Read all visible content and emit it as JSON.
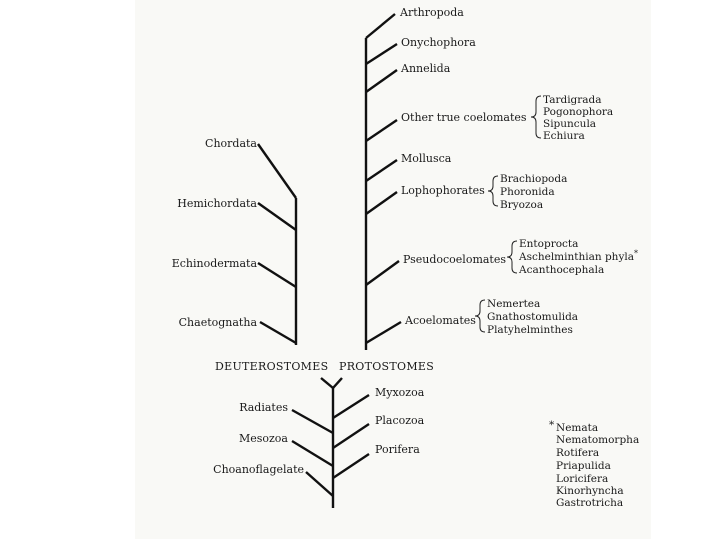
{
  "protostome_taxa": [
    "Arthropoda",
    "Onychophora",
    "Annelida",
    "Other true coelomates",
    "Mollusca",
    "Lophophorates",
    "Pseudocoelomates",
    "Acoelomates"
  ],
  "other_true_coelomates": [
    "Tardigrada",
    "Pogonophora",
    "Sipuncula",
    "Echiura"
  ],
  "lophophorates": [
    "Brachiopoda",
    "Phoronida",
    "Bryozoa"
  ],
  "pseudocoelomates": [
    "Entoprocta",
    "Aschelminthian phyla",
    "Acanthocephala"
  ],
  "acoelomates": [
    "Nemertea",
    "Gnathostomulida",
    "Platyhelminthes"
  ],
  "footnote_mark": "*",
  "deuterostome_taxa": [
    "Chordata",
    "Hemichordata",
    "Echinodermata",
    "Chaetognatha"
  ],
  "group_labels": {
    "deuterostomes": "DEUTEROSTOMES",
    "protostomes": "PROTOSTOMES"
  },
  "lower_left_taxa": [
    "Radiates",
    "Mesozoa",
    "Choanoflagelate"
  ],
  "lower_right_taxa": [
    "Myxozoa",
    "Placozoa",
    "Porifera"
  ],
  "aschelminthian_footnote": {
    "mark": "*",
    "items": [
      "Nemata",
      "Nematomorpha",
      "Rotifera",
      "Priapulida",
      "Loricifera",
      "Kinorhyncha",
      "Gastrotricha"
    ]
  },
  "colors": {
    "ink": "#111111",
    "paper": "#f9f9f6"
  }
}
